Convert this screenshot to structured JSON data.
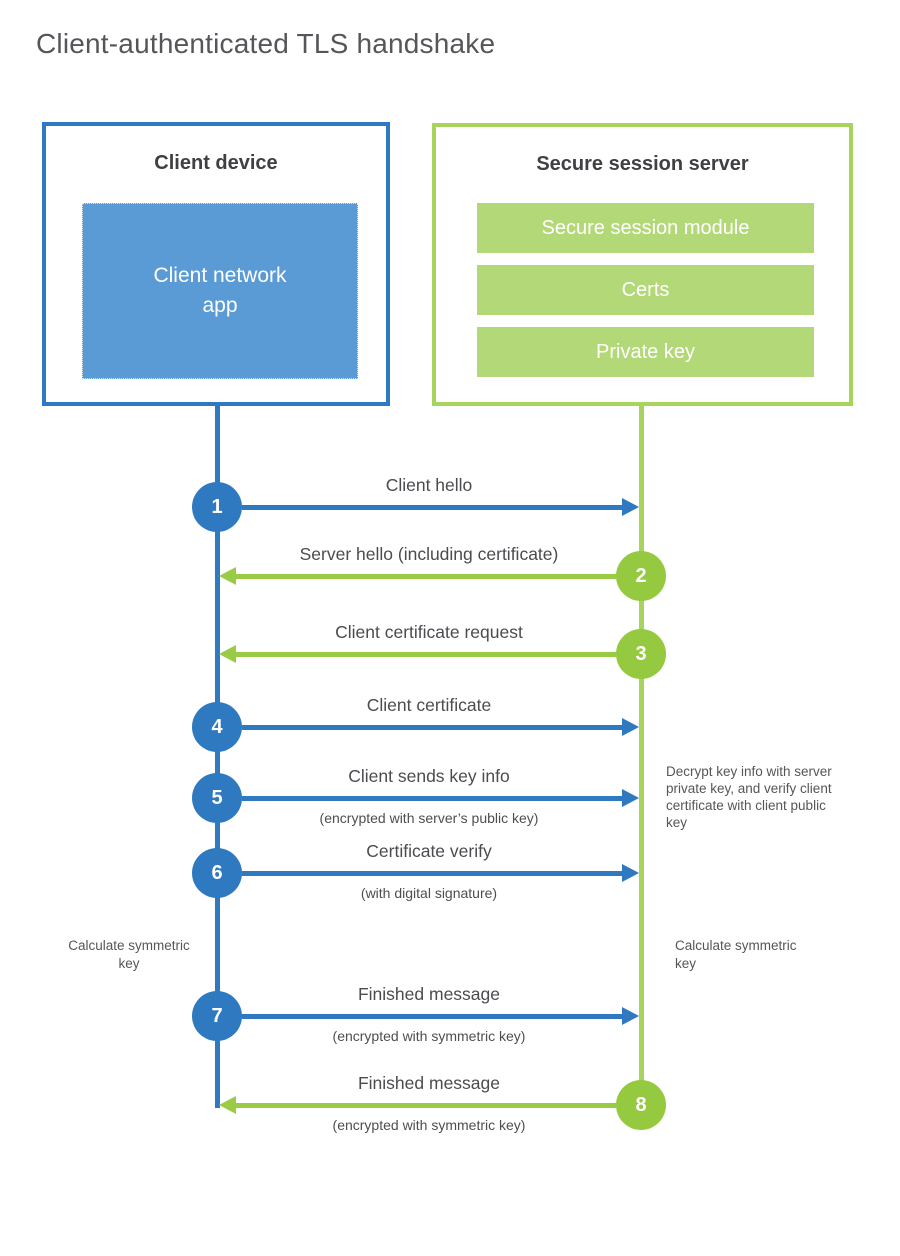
{
  "page": {
    "title": "Client-authenticated TLS handshake"
  },
  "colors": {
    "blue_stroke": "#2e79bf",
    "blue_fill": "#5b9bd5",
    "green_stroke": "#a6d45f",
    "green_fill": "#b3d878",
    "green_badge": "#94c940",
    "heading_text": "#3f4043",
    "label_text": "#4b4c50"
  },
  "client": {
    "title": "Client device",
    "app_label": "Client network\napp"
  },
  "server": {
    "title": "Secure session server",
    "modules": [
      "Secure session module",
      "Certs",
      "Private key"
    ]
  },
  "steps": [
    {
      "num": "1",
      "direction": "client-to-server",
      "label": "Client hello",
      "sub": ""
    },
    {
      "num": "2",
      "direction": "server-to-client",
      "label": "Server hello (including certificate)",
      "sub": ""
    },
    {
      "num": "3",
      "direction": "server-to-client",
      "label": "Client certificate request",
      "sub": ""
    },
    {
      "num": "4",
      "direction": "client-to-server",
      "label": "Client certificate",
      "sub": ""
    },
    {
      "num": "5",
      "direction": "client-to-server",
      "label": "Client sends key info",
      "sub": "(encrypted with server’s public key)"
    },
    {
      "num": "6",
      "direction": "client-to-server",
      "label": "Certificate verify",
      "sub": "(with digital signature)"
    },
    {
      "num": "7",
      "direction": "client-to-server",
      "label": "Finished message",
      "sub": "(encrypted with symmetric key)"
    },
    {
      "num": "8",
      "direction": "server-to-client",
      "label": "Finished message",
      "sub": "(encrypted with symmetric key)"
    }
  ],
  "annotations": {
    "decrypt_note": "Decrypt key info with server private key, and verify client certificate with client public key",
    "calc_left": "Calculate symmetric key",
    "calc_right": "Calculate symmetric key"
  }
}
